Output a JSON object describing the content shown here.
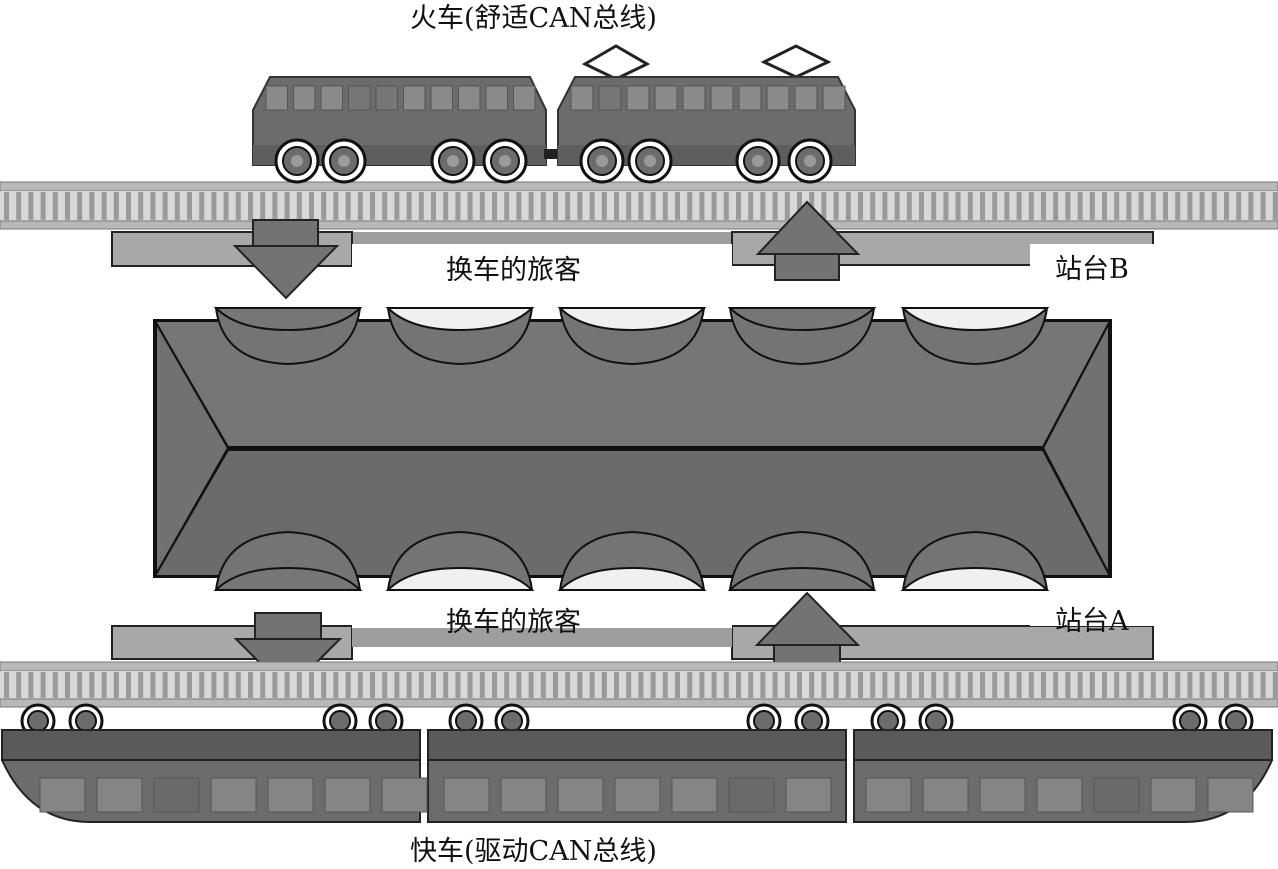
{
  "labels": {
    "top_train": "火车(舒适CAN总线)",
    "bottom_train": "快车(驱动CAN总线)",
    "passengers_top": "换车的旅客",
    "passengers_bottom": "换车的旅客",
    "platform_b": "站台B",
    "platform_a": "站台A"
  },
  "colors": {
    "background": "#ffffff",
    "outline": "#111111",
    "train_body": "#6c6c6c",
    "train_window": "#8a8a8a",
    "track_rail": "#b4b4b4",
    "track_sleeper": "#9a9a9a",
    "platform": "#9e9e9e",
    "arrow": "#737373",
    "station_roof": "#717171",
    "dome_light": "#f0f0f0"
  },
  "icons": [
    "train-icon",
    "express-train-icon",
    "down-arrow-icon",
    "up-arrow-icon",
    "station-icon",
    "platform-icon",
    "track-icon"
  ]
}
